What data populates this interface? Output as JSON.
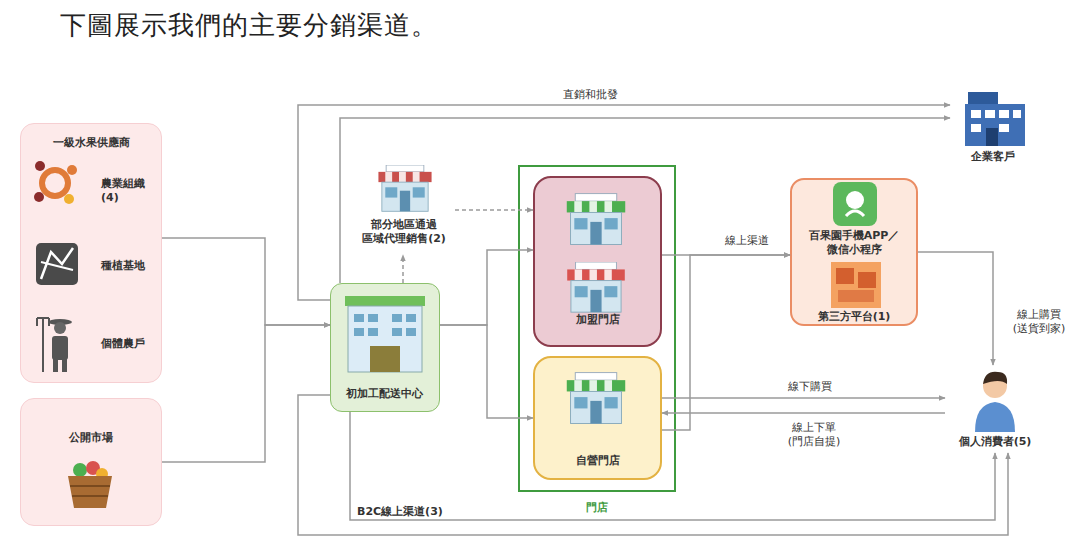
{
  "diagram": {
    "title": "下圖展示我們的主要分銷渠道。",
    "nodes": [
      {
        "text": [
          "一級水果供應商",
          "農業組織(4)",
          "種植基地",
          "個體農戶"
        ]
      },
      {
        "text": [
          "公開市場"
        ]
      },
      {
        "text": [
          "初加工配送中心"
        ]
      },
      {
        "text": [
          "部分地區通過 區域代理銷售(2)"
        ]
      },
      {
        "text": [
          "門店"
        ]
      },
      {
        "text": [
          "加盟門店"
        ],
        "in": 4
      },
      {
        "text": [
          "自營門店"
        ],
        "in": 4
      },
      {
        "text": [
          "百果園手機APP／ 微信小程序",
          "第三方平台(1)"
        ]
      },
      {
        "text": [
          "企業客戶"
        ]
      },
      {
        "text": [
          "個人消費者(5)"
        ]
      }
    ],
    "edges": [
      {
        "from": 0,
        "to": 2,
        "arrow": "to"
      },
      {
        "from": 1,
        "to": 2,
        "arrow": "to"
      },
      {
        "from": 2,
        "to": 8,
        "label": "直銷和批發",
        "arrow": "to"
      },
      {
        "from": 2,
        "to": 8,
        "arrow": "to"
      },
      {
        "from": 2,
        "to": 9,
        "label": "B2C線上渠道(3)",
        "arrow": "to"
      },
      {
        "from": 2,
        "to": 9,
        "arrow": "to"
      },
      {
        "from": 2,
        "to": 3,
        "arrow": "to"
      },
      {
        "from": 3,
        "to": 5,
        "arrow": "to"
      },
      {
        "from": 2,
        "to": 5,
        "arrow": "to"
      },
      {
        "from": 2,
        "to": 6,
        "arrow": "to"
      },
      {
        "from": 5,
        "to": 7,
        "label": "線上渠道",
        "arrow": "to"
      },
      {
        "from": 6,
        "to": 7,
        "arrow": "to"
      },
      {
        "from": 7,
        "to": 9,
        "label": "線上購買 (送貨到家)",
        "arrow": "to"
      },
      {
        "from": 6,
        "to": 9,
        "label": "線下購買",
        "arrow": "to"
      },
      {
        "from": 9,
        "to": 6,
        "label": "線上下單 (門店自提)",
        "arrow": "to"
      }
    ]
  }
}
